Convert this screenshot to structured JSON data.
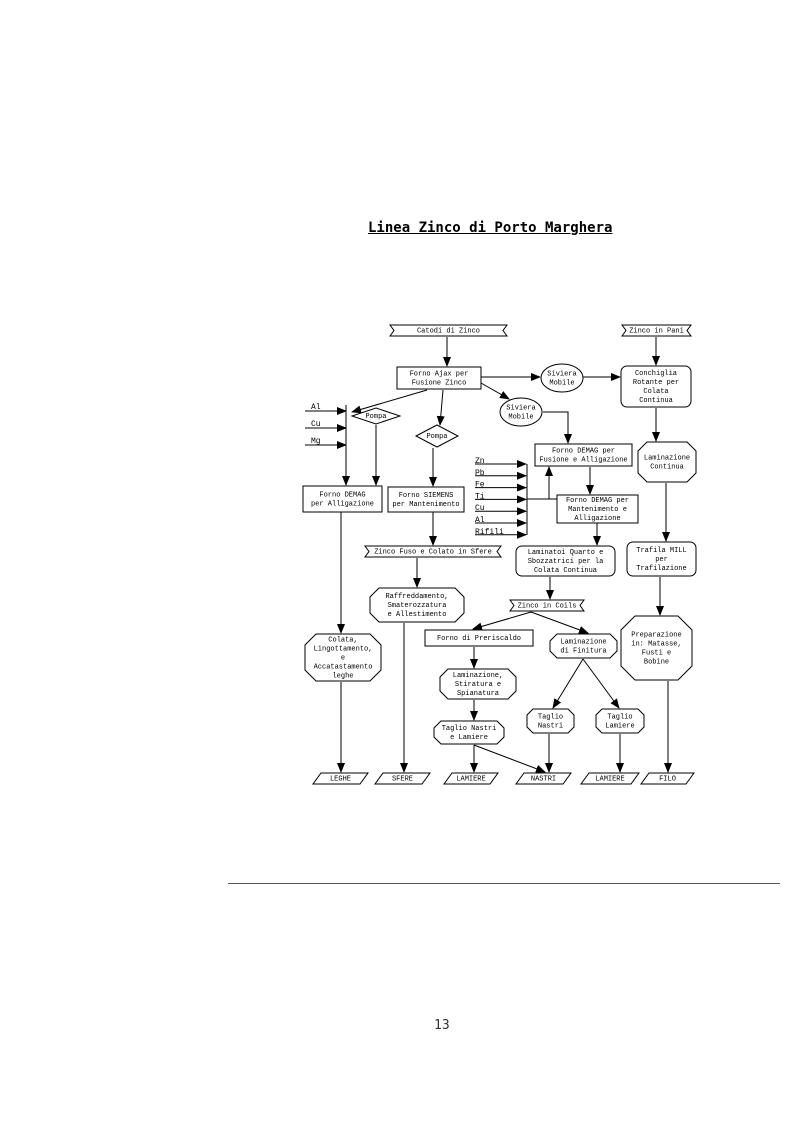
{
  "title": "Linea Zinco di Porto Marghera",
  "page_number": "13",
  "inputs": {
    "left": [
      "Al",
      "Cu",
      "Mg"
    ],
    "right": [
      "Zn",
      "Pb",
      "Fe",
      "Ti",
      "Cu",
      "Al",
      "Rifili"
    ]
  },
  "nodes": {
    "catodi": "Catodi di Zinco",
    "zinco_pani": "Zinco in Pani",
    "forno_ajax": [
      "Forno Ajax per",
      "Fusione Zinco"
    ],
    "siviera1": [
      "Siviera",
      "Mobile"
    ],
    "siviera2": [
      "Siviera",
      "Mobile"
    ],
    "conchiglia": [
      "Conchiglia",
      "Rotante per",
      "Colata",
      "Continua"
    ],
    "pompa1": "Pompa",
    "pompa2": "Pompa",
    "forno_demag_fus": [
      "Forno DEMAG per",
      "Fusione e Alligazione"
    ],
    "laminazione_continua": [
      "Laminazione",
      "Continua"
    ],
    "forno_demag_all": [
      "Forno DEMAG",
      "per Alligazione"
    ],
    "forno_siemens": [
      "Forno SIEMENS",
      "per Mantenimento"
    ],
    "forno_demag_mant": [
      "Forno DEMAG per",
      "Mantenimento e",
      "Alligazione"
    ],
    "zinco_sfere": "Zinco Fuso e Colato in Sfere",
    "laminatoi": [
      "Laminatoi Quarto e",
      "Sbozzatrici per la",
      "Colata Continua"
    ],
    "trafila": [
      "Trafila MILL",
      "per",
      "Trafilazione"
    ],
    "raffreddamento": [
      "Raffreddamento,",
      "Smaterozzatura",
      "e Allestimento"
    ],
    "zinco_coils": "Zinco in Coils",
    "colata": [
      "Colata,",
      "Lingottamento,",
      "e",
      "Accatastamento",
      "leghe"
    ],
    "forno_preriscaldo": "Forno di Preriscaldo",
    "laminazione_finitura": [
      "Laminazione",
      "di Finitura"
    ],
    "preparazione": [
      "Preparazione",
      "in: Matasse,",
      "Fusti e",
      "Bobine"
    ],
    "laminazione_stiratura": [
      "Laminazione,",
      "Stiratura e",
      "Spianatura"
    ],
    "taglio_nastri_lamiere": [
      "Taglio Nastri",
      "e Lamiere"
    ],
    "taglio_nastri": [
      "Taglio",
      "Nastri"
    ],
    "taglio_lamiere": [
      "Taglio",
      "Lamiere"
    ]
  },
  "outputs": [
    "LEGHE",
    "SFERE",
    "LAMIERE",
    "NASTRI",
    "LAMIERE",
    "FILO"
  ]
}
